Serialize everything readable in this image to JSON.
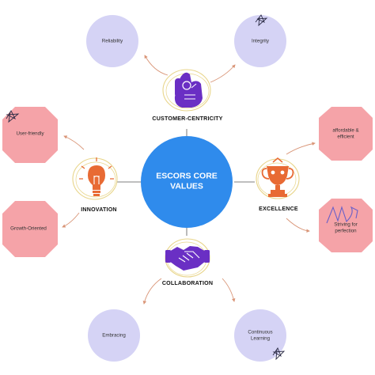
{
  "center": {
    "line1": "ESCORS CORE",
    "line2": "VALUES",
    "color": "#2f8bec"
  },
  "categories": {
    "customer": {
      "label": "CUSTOMER-CENTRICITY",
      "icon": "hand-pointing-icon"
    },
    "innovation": {
      "label": "INNOVATION",
      "icon": "lightbulb-icon"
    },
    "excellence": {
      "label": "EXCELLENCE",
      "icon": "trophy-icon"
    },
    "collaboration": {
      "label": "COLLABORATION",
      "icon": "handshake-icon"
    }
  },
  "values": {
    "reliability": "Reliability",
    "integrity": "Integrity",
    "user_friendly": "User-friendly",
    "growth_oriented": "Growth-Oriented",
    "affordable_line1": "affordable &",
    "affordable_line2": "efficient",
    "striving_line1": "Striving for",
    "striving_line2": "perfection",
    "embracing": "Embracing",
    "continuous_line1": "Continuous",
    "continuous_line2": "Learning"
  },
  "colors": {
    "lavender": "#d5d3f5",
    "pink": "#f5a3a8",
    "arrow": "#d99577",
    "icon_purple": "#6a2fc4",
    "icon_orange": "#e86a34",
    "scribble_yellow": "#e8d58a"
  }
}
